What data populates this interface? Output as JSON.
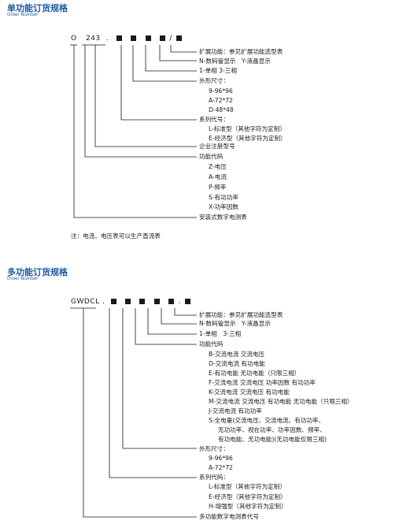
{
  "single": {
    "title": "单功能订货规格",
    "subtitle": "Order Number",
    "code_prefix": "O",
    "code_243": "243",
    "dot": ".",
    "slash": "/",
    "labels": [
      "扩展功能：参见扩展功能选型表",
      "N-数码管显示　Y-液晶显示",
      "1-单相 3-三相",
      "外形尺寸：",
      "9-96*96",
      "A-72*72",
      "D-48*48",
      "系列代号：",
      "L-标准型（其他字符为定制）",
      "E-经济型（其他字符为定制）",
      "企业注册型号",
      "功能代码",
      "Z-电压",
      "A-电流",
      "P-频率",
      "S-有功功率",
      "X-功率因数",
      "安装式数字电测表"
    ],
    "note": "注：电流、电压表可以生产直流表"
  },
  "multi": {
    "title": "多功能订货规格",
    "subtitle": "Order Number",
    "code_prefix": "GWDCL",
    "dot": ".",
    "labels": [
      "扩展功能：参见扩展功能选型表",
      "N-数码管显示　Y-液晶显示",
      "1-单相　3-三相",
      "功能代码",
      "B-交流电流 交流电压",
      "D-交流电流 有功电能",
      "E-有功电能 无功电能（只限三相）",
      "F-交流电流 交流电压 功率因数 有功功率",
      "K-交流电流 交流电压 有功电能",
      "M-交流电流 交流电压 有功电能 无功电能（只限三相）",
      "J-交流电流 有功功率",
      "S-全电量(交流电压、交流电流、有功功率、",
      "无功功率、视在功率、功率因数、频率、",
      "有功电能、无功电能)(无功电能仅限三相)",
      "外形尺寸：",
      "9-96*96",
      "A-72*72",
      "系列代码：",
      "L-标准型（其他字符为定制）",
      "E-经济型（其他字符为定制）",
      "H-增强型（其他字符为定制）",
      "多功能数字电测表代号"
    ]
  }
}
